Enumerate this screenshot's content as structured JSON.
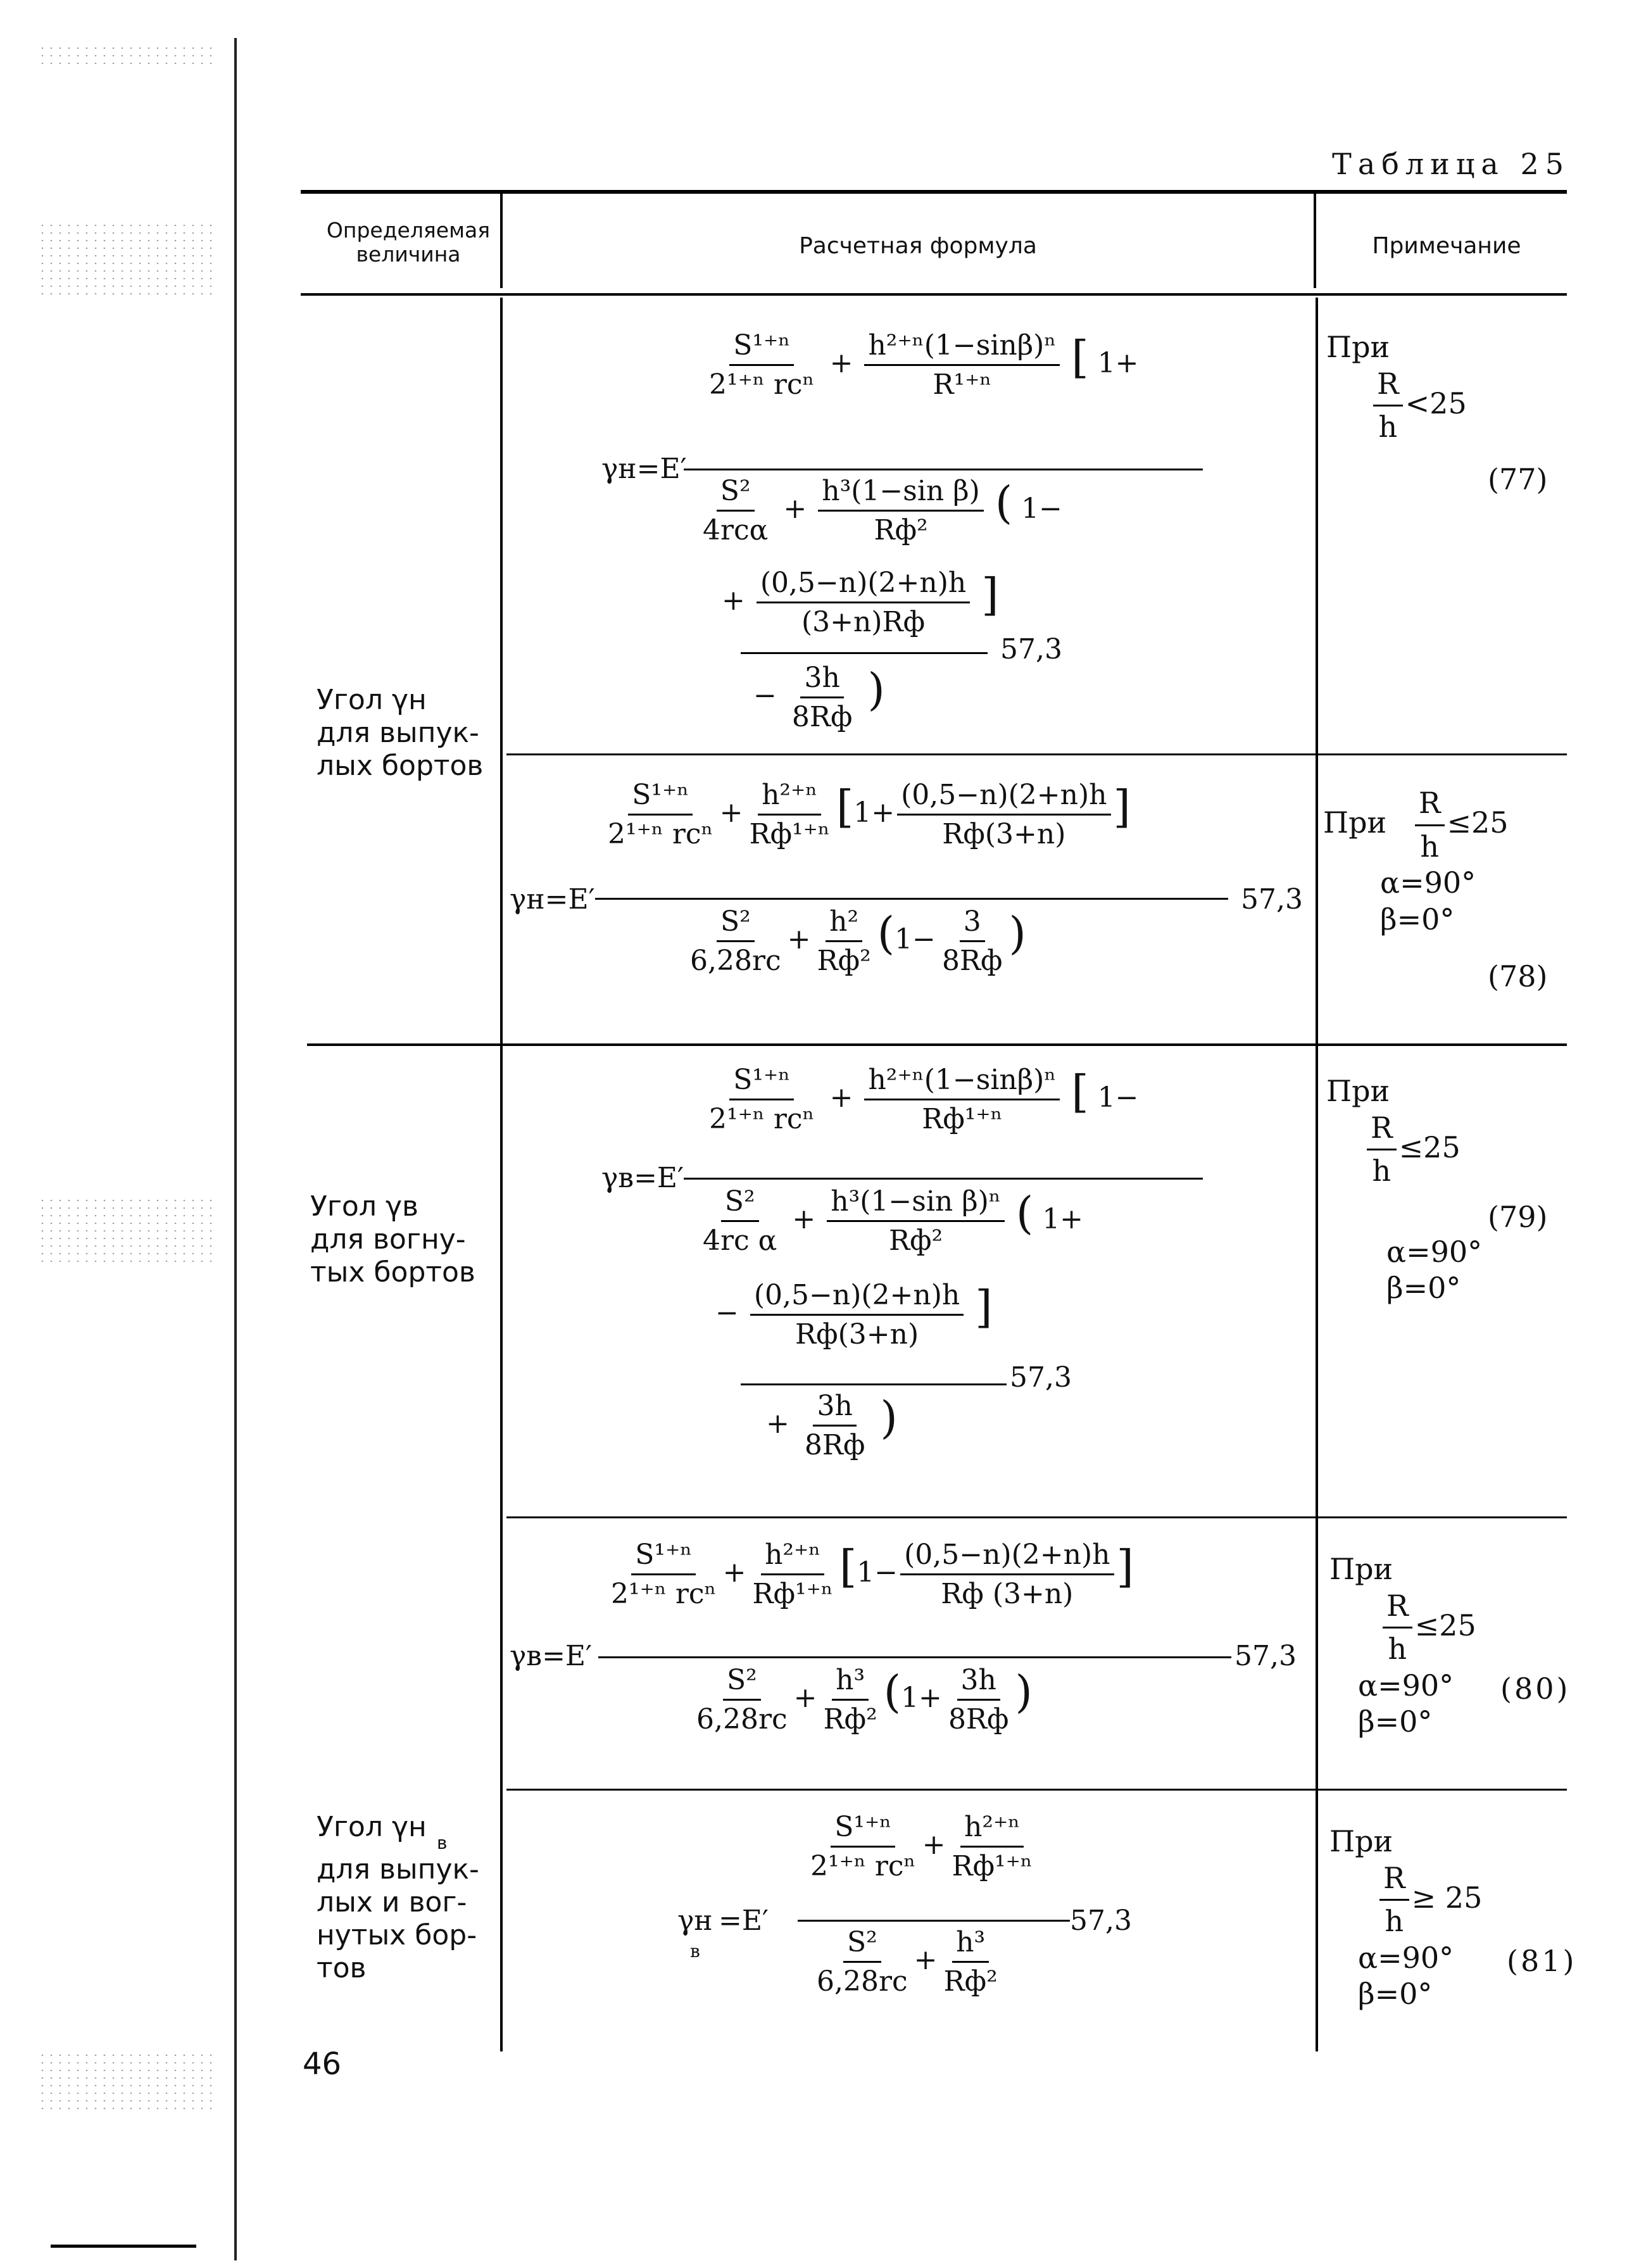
{
  "caption": "Таблица  25",
  "headers": {
    "col1": "Определяемая величина",
    "col2": "Расчетная формула",
    "col3": "Примечание"
  },
  "rows": [
    {
      "label_lines": [
        "Угол  γн",
        "для выпук-",
        "лых бортов"
      ],
      "formulas": [
        {
          "lhs": "γн=E′",
          "num_line1_a": "S¹⁺ⁿ",
          "num_line1_b": "2¹⁺ⁿ rcⁿ",
          "num_line1_c": "h²⁺ⁿ(1−sinβ)ⁿ",
          "num_line1_d": "R¹⁺ⁿ",
          "num_line1_tail": "1+",
          "num_line2_a": "(0,5−n)(2+n)h",
          "num_line2_b": "(3+n)Rф",
          "den_line1_a": "S²",
          "den_line1_b": "4rcα",
          "den_line1_c": "h³(1−sin β)",
          "den_line1_d": "Rф²",
          "den_line1_tail": "1−",
          "den_line2_a": "3h",
          "den_line2_b": "8Rф",
          "factor": "57,3",
          "note_pre": "При",
          "note_cond_num": "R",
          "note_cond_den": "h",
          "note_cond_rel": "<25",
          "note_extra": [],
          "eq": "(77)"
        },
        {
          "lhs": "γн=E′",
          "num_a": "S¹⁺ⁿ",
          "num_b": "2¹⁺ⁿ rcⁿ",
          "num_c": "h²⁺ⁿ",
          "num_d": "Rф¹⁺ⁿ",
          "num_bracket_a": "(0,5−n)(2+n)h",
          "num_bracket_b": "Rф(3+n)",
          "den_a": "S²",
          "den_b": "6,28rc",
          "den_c": "h²",
          "den_d": "Rф²",
          "den_paren_a": "3",
          "den_paren_b": "8Rф",
          "factor": "57,3",
          "note_pre": "При",
          "note_cond_num": "R",
          "note_cond_den": "h",
          "note_cond_rel": "≤25",
          "note_extra": [
            "α=90°",
            "β=0°"
          ],
          "eq": "(78)"
        }
      ]
    },
    {
      "label_lines": [
        "Угол  γв",
        "для вогну-",
        "тых бортов"
      ],
      "formulas": [
        {
          "lhs": "γв=E′",
          "num_line1_a": "S¹⁺ⁿ",
          "num_line1_b": "2¹⁺ⁿ rcⁿ",
          "num_line1_c": "h²⁺ⁿ(1−sinβ)ⁿ",
          "num_line1_d": "Rф¹⁺ⁿ",
          "num_line1_tail": "1−",
          "num_line2_a": "(0,5−n)(2+n)h",
          "num_line2_b": "Rф(3+n)",
          "den_line1_a": "S²",
          "den_line1_b": "4rc α",
          "den_line1_c": "h³(1−sin β)ⁿ",
          "den_line1_d": "Rф²",
          "den_line1_tail": "1+",
          "den_line2_a": "3h",
          "den_line2_b": "8Rф",
          "factor": "57,3",
          "note_pre": "При",
          "note_cond_num": "R",
          "note_cond_den": "h",
          "note_cond_rel": "≤25",
          "note_extra": [
            "α=90°",
            "β=0°"
          ],
          "eq": "(79)"
        },
        {
          "lhs": "γв=E′",
          "num_a": "S¹⁺ⁿ",
          "num_b": "2¹⁺ⁿ rcⁿ",
          "num_c": "h²⁺ⁿ",
          "num_d": "Rф¹⁺ⁿ",
          "num_bracket_a": "(0,5−n)(2+n)h",
          "num_bracket_b": "Rф (3+n)",
          "den_a": "S²",
          "den_b": "6,28rc",
          "den_c": "h³",
          "den_d": "Rф²",
          "den_paren_a": "3h",
          "den_paren_b": "8Rф",
          "factor": "57,3",
          "note_pre": "При",
          "note_cond_num": "R",
          "note_cond_den": "h",
          "note_cond_rel": "≤25",
          "note_extra": [
            "α=90°",
            "β=0°"
          ],
          "eq": "(80)"
        }
      ]
    },
    {
      "label_lines": [
        "Угол  γн",
        "в",
        "для выпук-",
        "лых и вог-",
        "нутых бор-",
        "тов"
      ],
      "formulas": [
        {
          "lhs": "γн",
          "lhs_sub": "в",
          "lhs_tail": "=E′",
          "num_a": "S¹⁺ⁿ",
          "num_b": "2¹⁺ⁿ rcⁿ",
          "num_c": "h²⁺ⁿ",
          "num_d": "Rф¹⁺ⁿ",
          "den_a": "S²",
          "den_b": "6,28rc",
          "den_c": "h³",
          "den_d": "Rф²",
          "factor": "57,3",
          "note_pre": "При",
          "note_cond_num": "R",
          "note_cond_den": "h",
          "note_cond_rel": "≥ 25",
          "note_extra": [
            "α=90°",
            "β=0°"
          ],
          "eq": "(81)"
        }
      ]
    }
  ],
  "page_number": "46"
}
